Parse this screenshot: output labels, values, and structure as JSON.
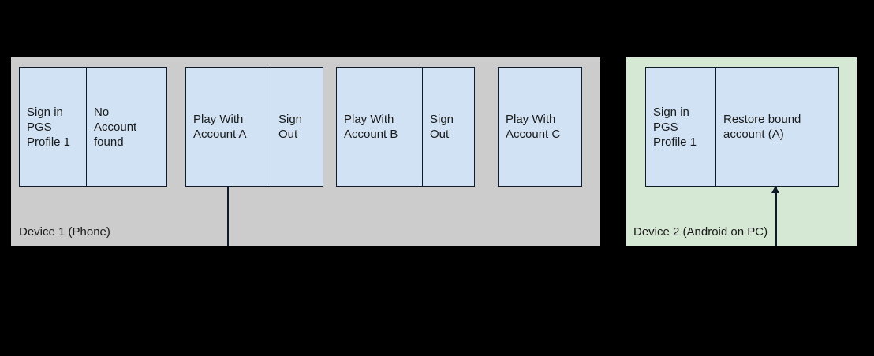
{
  "diagram": {
    "background_color": "#000000",
    "box_fill": "#d0e2f3",
    "box_stroke": "#0f1a2b",
    "devices": [
      {
        "id": "device-1",
        "label": "Device 1 (Phone)",
        "fill": "#cccccc",
        "groups": [
          {
            "id": "group-sign-in",
            "cells": [
              {
                "text": "Sign in\nPGS\nProfile 1"
              },
              {
                "text": "No\nAccount\nfound"
              }
            ]
          },
          {
            "id": "group-account-a",
            "cells": [
              {
                "text": "Play With\nAccount A"
              },
              {
                "text": "Sign\nOut"
              }
            ]
          },
          {
            "id": "group-account-b",
            "cells": [
              {
                "text": "Play With\nAccount B"
              },
              {
                "text": "Sign\nOut"
              }
            ]
          },
          {
            "id": "group-account-c",
            "cells": [
              {
                "text": "Play With\nAccount C"
              }
            ]
          }
        ]
      },
      {
        "id": "device-2",
        "label": "Device 2 (Android on PC)",
        "fill": "#d5e8d4",
        "groups": [
          {
            "id": "group-restore",
            "cells": [
              {
                "text": "Sign in\nPGS\nProfile 1"
              },
              {
                "text": "Restore bound\naccount (A)"
              }
            ]
          }
        ]
      }
    ],
    "connectors": [
      {
        "id": "account-a-to-restore",
        "from": "group-account-a",
        "to": "group-restore",
        "arrow": "up"
      }
    ]
  }
}
